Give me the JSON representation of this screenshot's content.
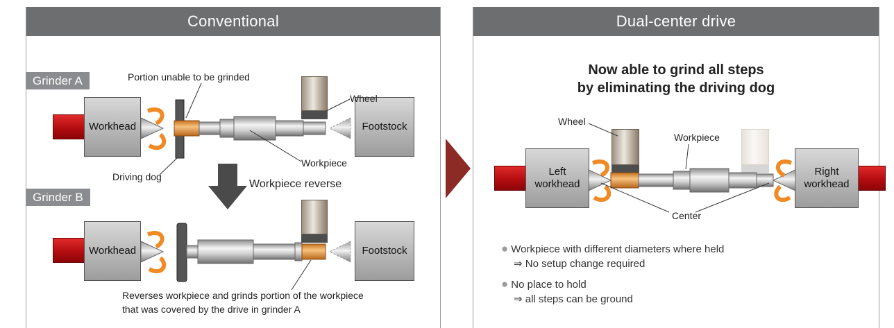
{
  "left_panel": {
    "title": "Conventional",
    "grinder_a": {
      "tag": "Grinder A",
      "workhead": "Workhead",
      "footstock": "Footstock",
      "label_unable": "Portion unable to be grinded",
      "label_wheel": "Wheel",
      "label_workpiece": "Workpiece",
      "label_dog": "Driving dog"
    },
    "reverse_label": "Workpiece reverse",
    "grinder_b": {
      "tag": "Grinder B",
      "workhead": "Workhead",
      "footstock": "Footstock",
      "note_line1": "Reverses workpiece and grinds portion of the workpiece",
      "note_line2": "that was covered by the drive in grinder A"
    }
  },
  "right_panel": {
    "title": "Dual-center drive",
    "headline_line1": "Now able to grind all steps",
    "headline_line2": "by eliminating the driving dog",
    "label_wheel": "Wheel",
    "label_workpiece": "Workpiece",
    "left_workhead_l1": "Left",
    "left_workhead_l2": "workhead",
    "right_workhead_l1": "Right",
    "right_workhead_l2": "workhead",
    "label_center": "Center",
    "bullets": [
      {
        "main": "Workpiece with different diameters where held",
        "sub": "⇒ No setup change required"
      },
      {
        "main": "No place to hold",
        "sub": "⇒ all steps can be ground"
      }
    ]
  },
  "colors": {
    "header_bg": "#6d6e70",
    "transition_arrow": "#8c2a25",
    "spindle_red": "#c4141a",
    "highlight_orange": "#e89a3c",
    "rotation_orange": "#f08a24"
  }
}
